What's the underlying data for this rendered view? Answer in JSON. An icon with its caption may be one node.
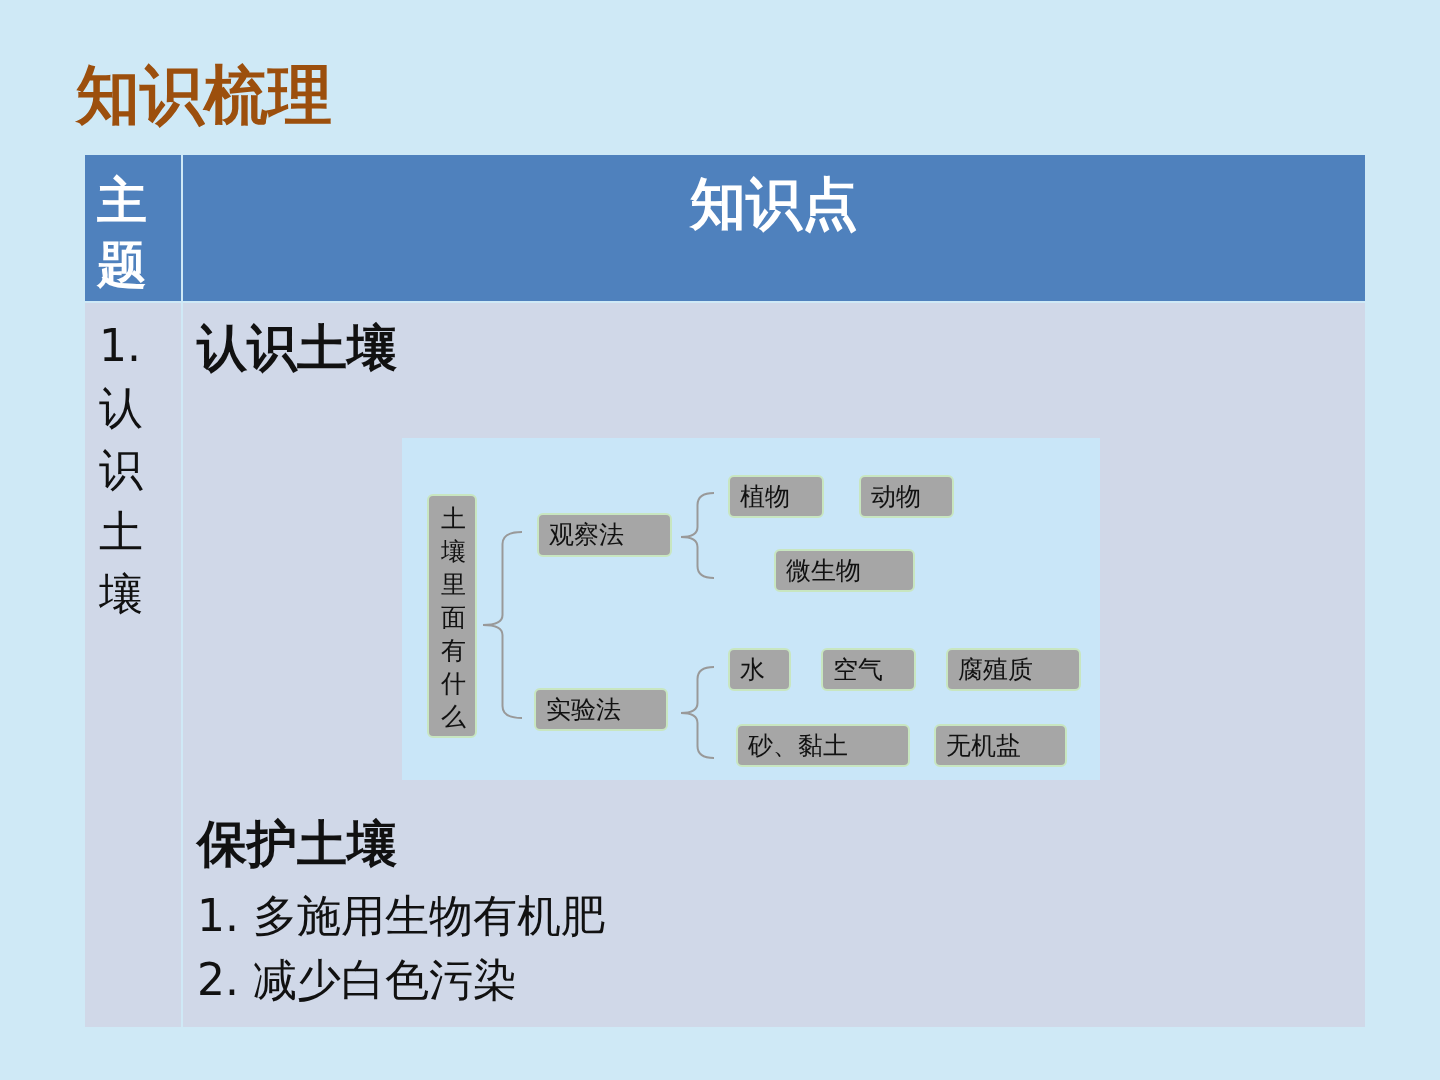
{
  "diagram": {
    "title": "知识梳理",
    "nodes": [
      {
        "text": [
          "主题"
        ]
      },
      {
        "text": [
          "知识点"
        ]
      },
      {
        "text": [
          "1.认识土壤"
        ]
      },
      {
        "text": [
          "认识土壤",
          "保护土壤",
          "1. 多施用生物有机肥",
          "2. 减少白色污染"
        ]
      },
      {
        "text": [],
        "shape": "box",
        "in": 3
      },
      {
        "text": [
          "土壤里面有什么"
        ],
        "in": 4
      },
      {
        "text": [
          "观察法"
        ],
        "in": 4
      },
      {
        "text": [
          "实验法"
        ],
        "in": 4
      },
      {
        "text": [
          "植物"
        ],
        "in": 4
      },
      {
        "text": [
          "动物"
        ],
        "in": 4
      },
      {
        "text": [
          "微生物"
        ],
        "in": 4
      },
      {
        "text": [
          "水"
        ],
        "in": 4
      },
      {
        "text": [
          "空气"
        ],
        "in": 4
      },
      {
        "text": [
          "腐殖质"
        ],
        "in": 4
      },
      {
        "text": [
          "砂、黏土"
        ],
        "in": 4
      },
      {
        "text": [
          "无机盐"
        ],
        "in": 4
      }
    ]
  }
}
